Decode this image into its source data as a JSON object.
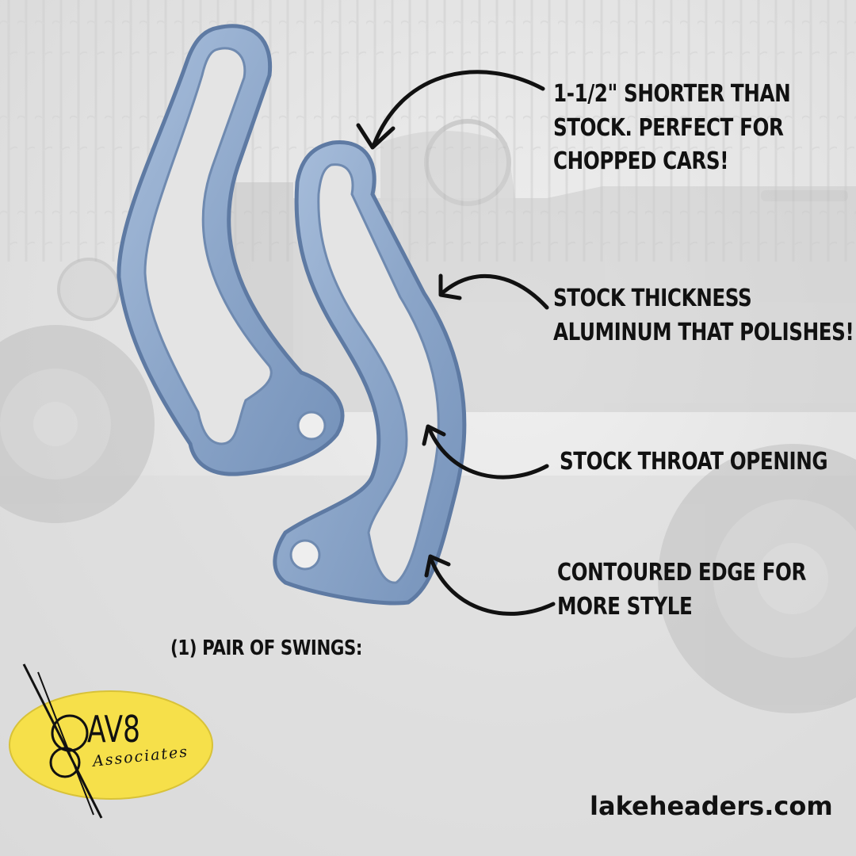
{
  "callouts": {
    "shorter": [
      "1-1/2\" shorter than",
      "stock.  Perfect for",
      "chopped cars!"
    ],
    "thickness": [
      "Stock thickness",
      "aluminum that polishes!"
    ],
    "throat": [
      "Stock throat opening"
    ],
    "edge": [
      "Contoured edge for",
      "more style"
    ]
  },
  "caption": "(1) Pair of swings:",
  "website": "lakeheaders.com",
  "logo": {
    "name": "AV8",
    "subtitle": "Associates",
    "color": "#f6e04a"
  },
  "colors": {
    "part_fill": "#8fa8c8",
    "part_edge": "#5e7aa3",
    "arrow": "#111111"
  }
}
